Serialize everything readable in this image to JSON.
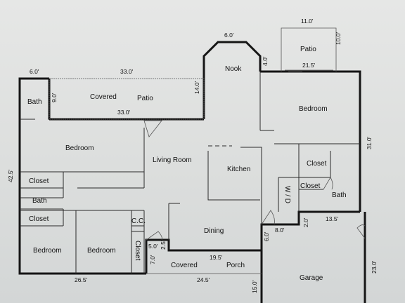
{
  "rooms": {
    "bath_top": "Bath",
    "covered_patio_1": "Covered",
    "covered_patio_2": "Patio",
    "nook": "Nook",
    "patio": "Patio",
    "bedroom_right": "Bedroom",
    "bedroom_left": "Bedroom",
    "living_room": "Living Room",
    "kitchen": "Kitchen",
    "closet_right": "Closet",
    "closet_right_small": "Closet",
    "bath_right": "Bath",
    "closet_left_1": "Closet",
    "bath_left": "Bath",
    "closet_left_2": "Closet",
    "cc": "C.C.",
    "closet_vertical": "Closet",
    "wd": "W / D",
    "dining": "Dining",
    "bedroom_bottom_1": "Bedroom",
    "bedroom_bottom_2": "Bedroom",
    "covered_porch_1": "Covered",
    "covered_porch_2": "Porch",
    "garage": "Garage"
  },
  "dimensions": {
    "d_6_0_top_left": "6.0'",
    "d_33_0_top": "33.0'",
    "d_6_0_nook": "6.0'",
    "d_11_0": "11.0'",
    "d_10_0": "10.0'",
    "d_21_5": "21.5'",
    "d_4_0": "4.0'",
    "d_9_0": "9.0'",
    "d_14_0": "14.0'",
    "d_33_0_bottom": "33.0'",
    "d_42_5": "42.5'",
    "d_31_0": "31.0'",
    "d_2_0": "2.0'",
    "d_13_5": "13.5'",
    "d_8_0": "8.0'",
    "d_6_0_right": "6.0'",
    "d_5_0": "5.0'",
    "d_2_5": "2.5'",
    "d_7_0": "7.0'",
    "d_19_5": "19.5'",
    "d_26_5": "26.5'",
    "d_24_5": "24.5'",
    "d_15_0": "15.0'",
    "d_23_0": "23.0'"
  }
}
